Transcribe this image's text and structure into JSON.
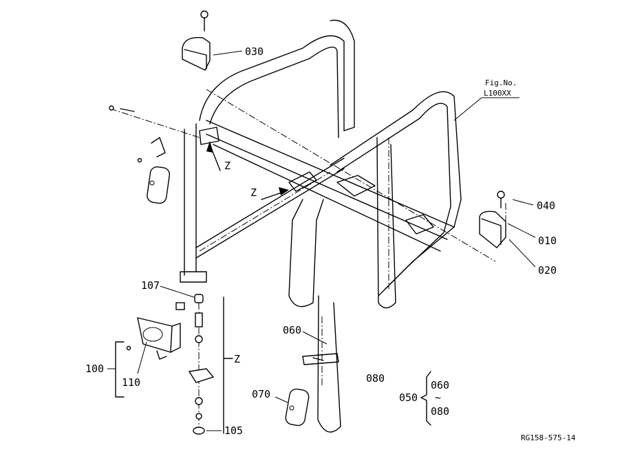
{
  "figure": {
    "ref_code": "RG158-575-14",
    "fig_label_line1": "Fig.No.",
    "fig_label_line2": "L100XX"
  },
  "callouts": {
    "p010": "010",
    "p020": "020",
    "p030": "030",
    "p040": "040",
    "p050": "050",
    "p060": "060",
    "p070": "070",
    "p080": "080",
    "p100": "100",
    "p105": "105",
    "p107": "107",
    "p110": "110"
  },
  "range_bracket": {
    "from": "060",
    "tilde": "~",
    "to": "080"
  },
  "view_markers": {
    "z1": "Z",
    "z2": "Z",
    "z3": "Z"
  }
}
